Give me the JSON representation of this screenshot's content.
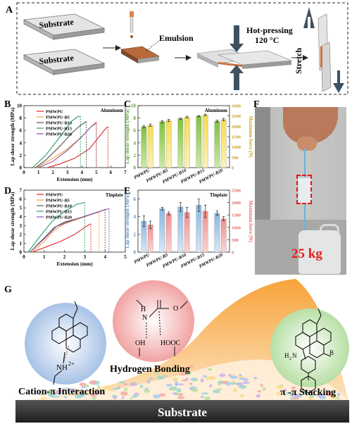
{
  "panel_letters": {
    "a": "A",
    "b": "B",
    "c": "C",
    "d": "D",
    "e": "E",
    "f": "F",
    "g": "G"
  },
  "panel_a": {
    "substrate_top": "Substrate",
    "substrate_bottom": "Substrate",
    "emulsion": "Emulsion",
    "hotpress": "Hot-pressing",
    "temp": "120 °C",
    "stretch": "Stretch"
  },
  "panel_f": {
    "weight": "25 kg"
  },
  "panel_g": {
    "hydrogen": "Hydrogen Bonding",
    "cation": "Cation-π Interaction",
    "stacking": "π -π Stacking",
    "substrate": "Substrate",
    "nh": "NH",
    "nh_charge": "2+",
    "oh": "OH",
    "hoocc": "HOOC",
    "h2n": "H",
    "h2n_sub": "2",
    "h2n_n": "N",
    "b_minus": "B",
    "n_atom": "N",
    "o_atom": "O",
    "h_atom": "H"
  },
  "chart_data": [
    {
      "type": "line",
      "panel": "B",
      "subtitle": "Aluminum",
      "xlabel": "Extension (mm)",
      "ylabel": "Lap shear strength (MPa)",
      "xlim": [
        0,
        7
      ],
      "ylim": [
        0,
        10
      ],
      "xticks": [
        0,
        1,
        2,
        3,
        4,
        5,
        6,
        7
      ],
      "yticks": [
        0,
        2,
        4,
        6,
        8,
        10
      ],
      "series": [
        {
          "name": "PMWPU",
          "color": "#e0262b",
          "x": [
            1.6,
            2.5,
            3.5,
            4.5,
            5.2,
            5.6,
            5.8
          ],
          "y": [
            0,
            0.6,
            1.5,
            3.0,
            5.0,
            6.2,
            6.6
          ],
          "drop_x": 5.8
        },
        {
          "name": "PMWPU-B5",
          "color": "#f2a13c",
          "x": [
            0.9,
            2.0,
            3.0,
            4.0,
            4.6,
            4.9,
            5.0
          ],
          "y": [
            0,
            1.5,
            3.0,
            5.0,
            6.5,
            7.2,
            7.4
          ],
          "drop_x": 5.0
        },
        {
          "name": "PMWPU-B10",
          "color": "#555555",
          "x": [
            0.8,
            1.5,
            2.5,
            3.4,
            4.0,
            4.3
          ],
          "y": [
            0,
            1.2,
            3.5,
            5.8,
            7.0,
            7.4
          ],
          "drop_x": 4.3
        },
        {
          "name": "PMWPU-B15",
          "color": "#2aa05e",
          "x": [
            0.6,
            1.5,
            2.5,
            3.3,
            3.7,
            3.9
          ],
          "y": [
            0,
            2.0,
            5.0,
            7.5,
            8.2,
            8.3
          ],
          "drop_x": 3.9
        },
        {
          "name": "PMWPU-B20",
          "color": "#8a4ea2",
          "x": [
            1.0,
            2.0,
            3.0,
            4.0,
            4.6,
            5.0
          ],
          "y": [
            0,
            1.0,
            2.8,
            5.0,
            6.5,
            7.2
          ],
          "drop_x": 5.0
        }
      ]
    },
    {
      "type": "bar",
      "panel": "C",
      "subtitle": "Aluminum",
      "categories": [
        "PMWPU",
        "PMWPU-B5",
        "PMWPU-B10",
        "PMWPU-B15",
        "PMWPU-B20"
      ],
      "ylabel": "Lap shear strength (MPa)",
      "y2label": "Maximum force (N)",
      "ylim": [
        0,
        10
      ],
      "y2lim": [
        0,
        3000
      ],
      "yticks": [
        0,
        2,
        4,
        6,
        8,
        10
      ],
      "y2ticks": [
        0,
        500,
        1000,
        1500,
        2000,
        2500,
        3000
      ],
      "series": [
        {
          "color": "#8fcd4f",
          "values": [
            6.6,
            7.4,
            7.9,
            8.3,
            7.5
          ],
          "errors": [
            0.2,
            0.15,
            0.1,
            0.1,
            0.15
          ]
        },
        {
          "color": "#f5e16a",
          "values": [
            2050,
            2280,
            2450,
            2550,
            2330
          ],
          "errors": [
            60,
            50,
            40,
            40,
            60
          ]
        }
      ]
    },
    {
      "type": "line",
      "panel": "D",
      "subtitle": "Tinplate",
      "xlabel": "Extension (mm)",
      "ylabel": "Lap shear strength (MPa)",
      "xlim": [
        0,
        5
      ],
      "ylim": [
        0,
        7
      ],
      "xticks": [
        0,
        1,
        2,
        3,
        4,
        5
      ],
      "yticks": [
        0,
        1,
        2,
        3,
        4,
        5,
        6,
        7
      ],
      "series": [
        {
          "name": "PMWPU",
          "color": "#e0262b",
          "x": [
            0.4,
            1.0,
            1.8,
            2.5,
            3.0,
            3.3
          ],
          "y": [
            0,
            0.5,
            1.2,
            2.0,
            2.8,
            3.2
          ],
          "drop_x": 3.3
        },
        {
          "name": "PMWPU-B5",
          "color": "#f2a13c",
          "x": [
            0.4,
            1.0,
            1.5,
            2.0,
            2.5,
            3.0,
            3.5,
            3.7
          ],
          "y": [
            0,
            1.2,
            2.5,
            3.2,
            3.6,
            4.0,
            4.4,
            4.5
          ],
          "drop_x": 3.7
        },
        {
          "name": "PMWPU-B10",
          "color": "#555555",
          "x": [
            0.3,
            1.0,
            1.5,
            2.0,
            2.8,
            3.5,
            4.0
          ],
          "y": [
            0,
            1.6,
            2.8,
            3.4,
            3.9,
            4.4,
            4.8
          ],
          "drop_x": 4.0
        },
        {
          "name": "PMWPU-B15",
          "color": "#2aa05e",
          "x": [
            0.2,
            0.8,
            1.4,
            2.0,
            2.6,
            3.0
          ],
          "y": [
            0,
            1.8,
            3.5,
            4.6,
            5.4,
            5.6
          ],
          "drop_x": 3.0
        },
        {
          "name": "PMWPU-B20",
          "color": "#8a4ea2",
          "x": [
            0.3,
            1.0,
            1.6,
            2.4,
            3.2,
            4.0,
            4.2
          ],
          "y": [
            0,
            1.5,
            2.9,
            3.6,
            4.2,
            4.8,
            4.9
          ],
          "drop_x": 4.2
        }
      ]
    },
    {
      "type": "bar",
      "panel": "E",
      "subtitle": "Tinplate",
      "categories": [
        "PMWPU",
        "PMWPU-B5",
        "PMWPU-B10",
        "PMWPU-B15",
        "PMWPU-B20"
      ],
      "ylabel": "Lap shear strength (MPa)",
      "y2label": "Maximum force (N)",
      "ylim": [
        0,
        7
      ],
      "y2lim": [
        0,
        2500
      ],
      "yticks": [
        0,
        2,
        4,
        6
      ],
      "y2ticks": [
        0,
        500,
        1000,
        1500,
        2000,
        2500
      ],
      "series": [
        {
          "color": "#9ec3e6",
          "values": [
            3.5,
            4.9,
            5.1,
            5.3,
            4.4
          ],
          "errors": [
            0.6,
            0.15,
            0.5,
            0.7,
            0.25
          ]
        },
        {
          "color": "#f5a6a6",
          "values": [
            1100,
            1560,
            1600,
            1650,
            1350
          ],
          "errors": [
            150,
            60,
            200,
            250,
            80
          ]
        }
      ]
    }
  ]
}
